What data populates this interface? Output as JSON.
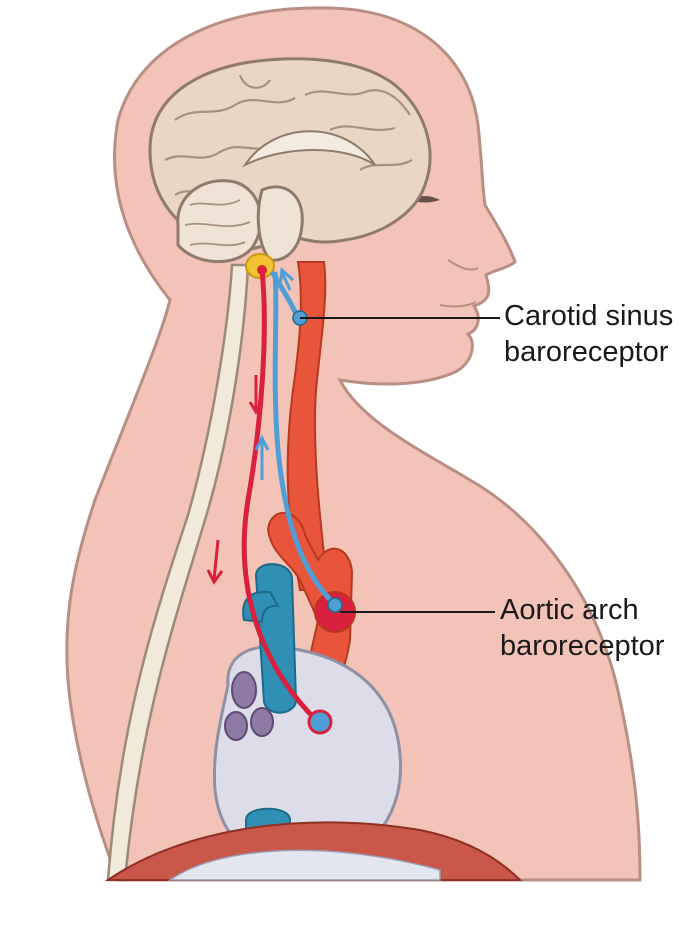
{
  "labels": {
    "carotid": {
      "line1": "Carotid sinus",
      "line2": "baroreceptor"
    },
    "aortic": {
      "line1": "Aortic arch",
      "line2": "baroreceptor"
    }
  },
  "colors": {
    "background": "#ffffff",
    "skin": "#f2c3b6",
    "skin_outline": "#b98f85",
    "brain": "#e9d6c3",
    "spinal_cord": "#f1e9d9",
    "artery": "#e8553a",
    "vein": "#2f8fb5",
    "efferent_nerve": "#d9203c",
    "afferent_nerve": "#4f9ed6",
    "heart_sac": "#dcdde8",
    "lymph_nodes": "#8f7aa6",
    "diaphragm": "#c9574a",
    "brainstem_center": "#f2c230"
  }
}
